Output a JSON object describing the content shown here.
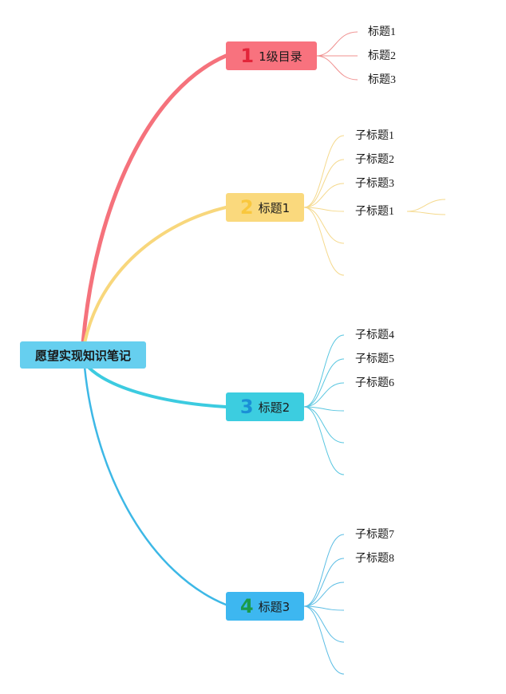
{
  "root": {
    "label": "愿望实现知识笔记",
    "color": "#66cfef"
  },
  "branches": [
    {
      "label": "1级目录",
      "icon": "1",
      "icon_color": "#e3253a",
      "color": "#f8727e",
      "children": [
        "标题1",
        "标题2",
        "标题3"
      ],
      "extra_children": []
    },
    {
      "label": "标题1",
      "icon": "2",
      "icon_color": "#f9c73d",
      "color": "#fad97d",
      "children": [
        "子标题1",
        "子标题2",
        "子标题3",
        "子标题1",
        "",
        ""
      ],
      "extra_children": [
        ""
      ]
    },
    {
      "label": "标题2",
      "icon": "3",
      "icon_color": "#1a8fd6",
      "color": "#3ccde0",
      "children": [
        "子标题4",
        "子标题5",
        "子标题6",
        "",
        "",
        ""
      ],
      "extra_children": []
    },
    {
      "label": "标题3",
      "icon": "4",
      "icon_color": "#1a9a4a",
      "color": "#3db7f0",
      "children": [
        "子标题7",
        "子标题8",
        "",
        "",
        "",
        ""
      ],
      "extra_children": []
    }
  ],
  "line_colors": [
    "#f5727c",
    "#f8d77c",
    "#3ccbe0",
    "#3db8e6"
  ]
}
